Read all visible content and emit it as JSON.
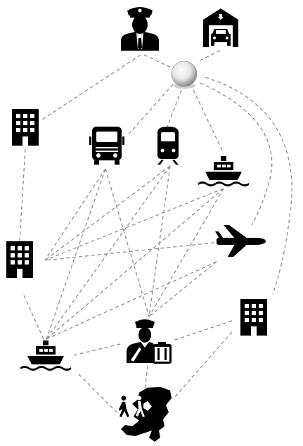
{
  "diagram": {
    "background": "#ffffff",
    "icon_color": "#000000",
    "edge_color": "#8c8c8c",
    "edge_style": "dashed",
    "nodes": [
      {
        "id": "officer",
        "icon": "police-officer-icon"
      },
      {
        "id": "garage",
        "icon": "warehouse-garage-icon"
      },
      {
        "id": "hub",
        "icon": "sphere-hub-icon"
      },
      {
        "id": "building_top_left",
        "icon": "office-building-icon"
      },
      {
        "id": "truck",
        "icon": "truck-icon"
      },
      {
        "id": "train",
        "icon": "train-icon"
      },
      {
        "id": "ship_top",
        "icon": "ship-icon"
      },
      {
        "id": "building_mid_left",
        "icon": "office-building-icon"
      },
      {
        "id": "airplane",
        "icon": "airplane-icon"
      },
      {
        "id": "building_right",
        "icon": "office-building-icon"
      },
      {
        "id": "ship_bottom",
        "icon": "ship-icon"
      },
      {
        "id": "customs_officer",
        "icon": "customs-officer-luggage-icon"
      },
      {
        "id": "netherlands",
        "icon": "netherlands-map-walker-icon"
      }
    ],
    "edges": [
      [
        "officer",
        "hub"
      ],
      [
        "garage",
        "hub"
      ],
      [
        "officer",
        "building_top_left"
      ],
      [
        "hub",
        "truck"
      ],
      [
        "hub",
        "train"
      ],
      [
        "hub",
        "ship_top"
      ],
      [
        "hub",
        "airplane"
      ],
      [
        "hub",
        "building_right"
      ],
      [
        "building_top_left",
        "building_mid_left"
      ],
      [
        "truck",
        "building_mid_left"
      ],
      [
        "truck",
        "ship_bottom"
      ],
      [
        "truck",
        "customs_officer"
      ],
      [
        "train",
        "building_mid_left"
      ],
      [
        "train",
        "ship_bottom"
      ],
      [
        "train",
        "customs_officer"
      ],
      [
        "ship_top",
        "building_mid_left"
      ],
      [
        "ship_top",
        "ship_bottom"
      ],
      [
        "ship_top",
        "customs_officer"
      ],
      [
        "airplane",
        "building_mid_left"
      ],
      [
        "airplane",
        "ship_bottom"
      ],
      [
        "airplane",
        "customs_officer"
      ],
      [
        "building_mid_left",
        "ship_bottom"
      ],
      [
        "building_right",
        "customs_officer"
      ],
      [
        "building_right",
        "netherlands"
      ],
      [
        "ship_bottom",
        "customs_officer"
      ],
      [
        "ship_bottom",
        "netherlands"
      ],
      [
        "customs_officer",
        "netherlands"
      ]
    ]
  }
}
